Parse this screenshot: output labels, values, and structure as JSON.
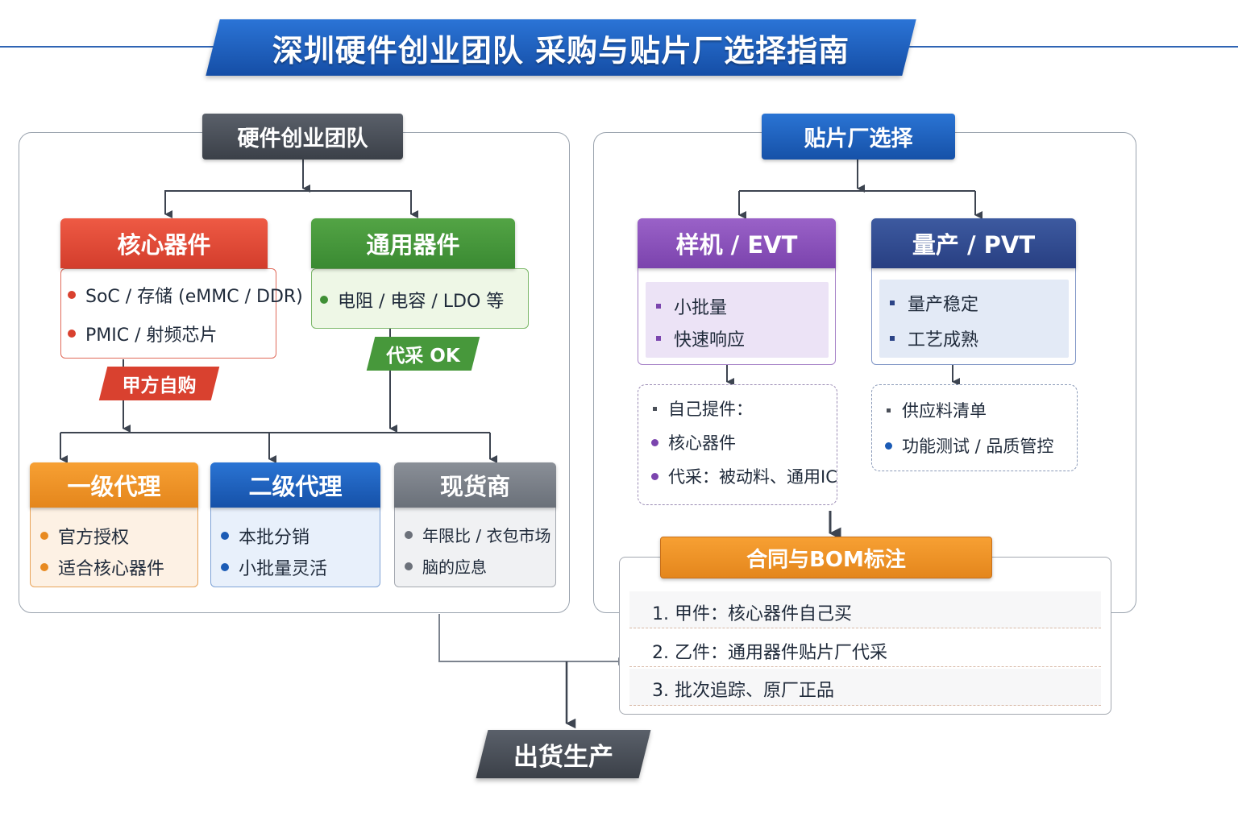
{
  "title": "深圳硬件创业团队 采购与贴片厂选择指南",
  "left": {
    "header": "硬件创业团队",
    "core": {
      "title": "核心器件",
      "items": [
        "SoC / 存储 (eMMC / DDR)",
        "PMIC / 射频芯片"
      ],
      "tag": "甲方自购"
    },
    "general": {
      "title": "通用器件",
      "items": [
        "电阻 / 电容 / LDO 等"
      ],
      "tag": "代采 OK"
    },
    "agents": [
      {
        "title": "一级代理",
        "items": [
          "官方授权",
          "适合核心器件"
        ]
      },
      {
        "title": "二级代理",
        "items": [
          "本批分销",
          "小批量灵活"
        ]
      },
      {
        "title": "现货商",
        "items": [
          "年限比 / 衣包市场",
          "脑的应息"
        ]
      }
    ]
  },
  "right": {
    "header": "贴片厂选择",
    "evt": {
      "title": "样机 / EVT",
      "items": [
        "小批量",
        "快速响应"
      ],
      "notes": [
        "自己提件：",
        "核心器件",
        "代采：被动料、通用IC"
      ]
    },
    "pvt": {
      "title": "量产 / PVT",
      "items": [
        "量产稳定",
        "工艺成熟"
      ],
      "notes": [
        "供应料清单",
        "功能测试 / 品质管控"
      ]
    },
    "contract": {
      "title": "合同与BOM标注",
      "items": [
        "1. 甲件：核心器件自己买",
        "2. 乙件：通用器件贴片厂代采",
        "3. 批次追踪、原厂正品"
      ]
    }
  },
  "final": "出货生产",
  "colors": {
    "red": "#d9412f",
    "green": "#3f8f35",
    "orange": "#e88a20",
    "blue": "#1b5bb5",
    "grey": "#6c717a",
    "purple": "#7b45ae",
    "navy": "#2b4386",
    "dark": "#40454d"
  },
  "icons": [
    "arrow-down-icon",
    "bullet-dot-icon",
    "bullet-square-icon"
  ]
}
